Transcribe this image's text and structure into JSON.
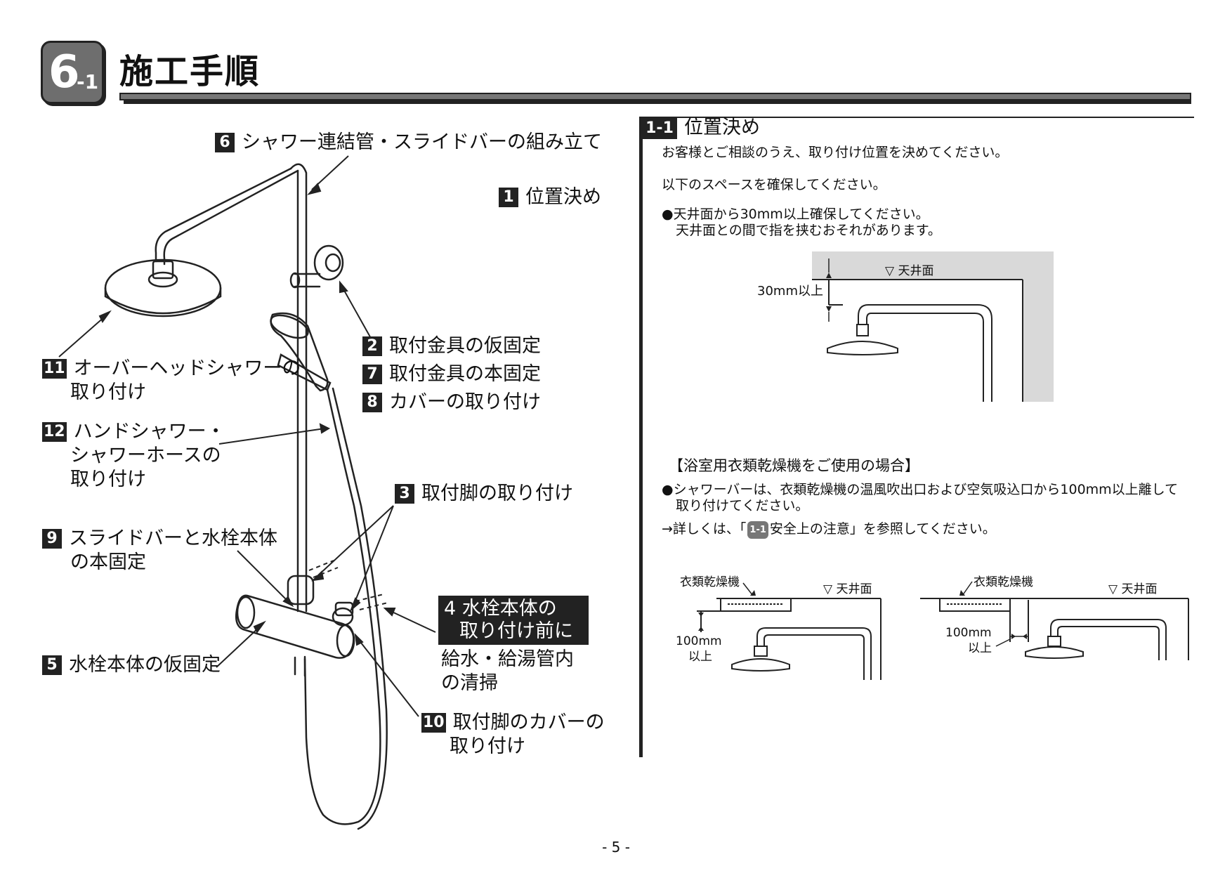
{
  "header": {
    "badge_main": "6",
    "badge_sub": "-1",
    "title": "施工手順"
  },
  "labels": {
    "l6": {
      "num": "6",
      "text": "シャワー連結管・スライドバーの組み立て"
    },
    "l1": {
      "num": "1",
      "text": "位置決め"
    },
    "l2": {
      "num": "2",
      "text": "取付金具の仮固定"
    },
    "l7": {
      "num": "7",
      "text": "取付金具の本固定"
    },
    "l8": {
      "num": "8",
      "text": "カバーの取り付け"
    },
    "l11": {
      "num": "11",
      "line1": "オーバーヘッドシャワーの",
      "line2": "取り付け"
    },
    "l12": {
      "num": "12",
      "line1": "ハンドシャワー・",
      "line2": "シャワーホースの",
      "line3": "取り付け"
    },
    "l3": {
      "num": "3",
      "text": "取付脚の取り付け"
    },
    "l9": {
      "num": "9",
      "line1": "スライドバーと水栓本体",
      "line2": "の本固定"
    },
    "l4": {
      "line1": "4 水栓本体の",
      "line2": "取り付け前に",
      "line3": "給水・給湯管内",
      "line4": "の清掃"
    },
    "l5": {
      "num": "5",
      "text": "水栓本体の仮固定"
    },
    "l10": {
      "num": "10",
      "line1": "取付脚のカバーの",
      "line2": "取り付け"
    }
  },
  "section": {
    "num": "1-1",
    "title": "位置決め",
    "p1": "お客様とご相談のうえ、取り付け位置を決めてください。",
    "p2": "以下のスペースを確保してください。",
    "b1_line1": "●天井面から30mm以上確保してください。",
    "b1_line2": "天井面との間で指を挟むおそれがあります。",
    "fig1_ceiling": "▽ 天井面",
    "fig1_dim": "30mm以上",
    "dryer_heading": "【浴室用衣類乾燥機をご使用の場合】",
    "b2_line1": "●シャワーバーは、衣類乾燥機の温風吹出口および空気吸込口から100mm以上離して",
    "b2_line2": "取り付けてください。",
    "ref_prefix": "→詳しくは、「",
    "ref_badge": "1-1",
    "ref_suffix": "安全上の注意」を参照してください。",
    "fig2_dryer": "衣類乾燥機",
    "fig2_ceiling": "▽ 天井面",
    "fig2_dim1": "100mm",
    "fig2_dim2": "以上",
    "fig3_dryer": "衣類乾燥機",
    "fig3_ceiling": "▽ 天井面",
    "fig3_dim1": "100mm",
    "fig3_dim2": "以上"
  },
  "footer": {
    "page": "- 5 -"
  }
}
